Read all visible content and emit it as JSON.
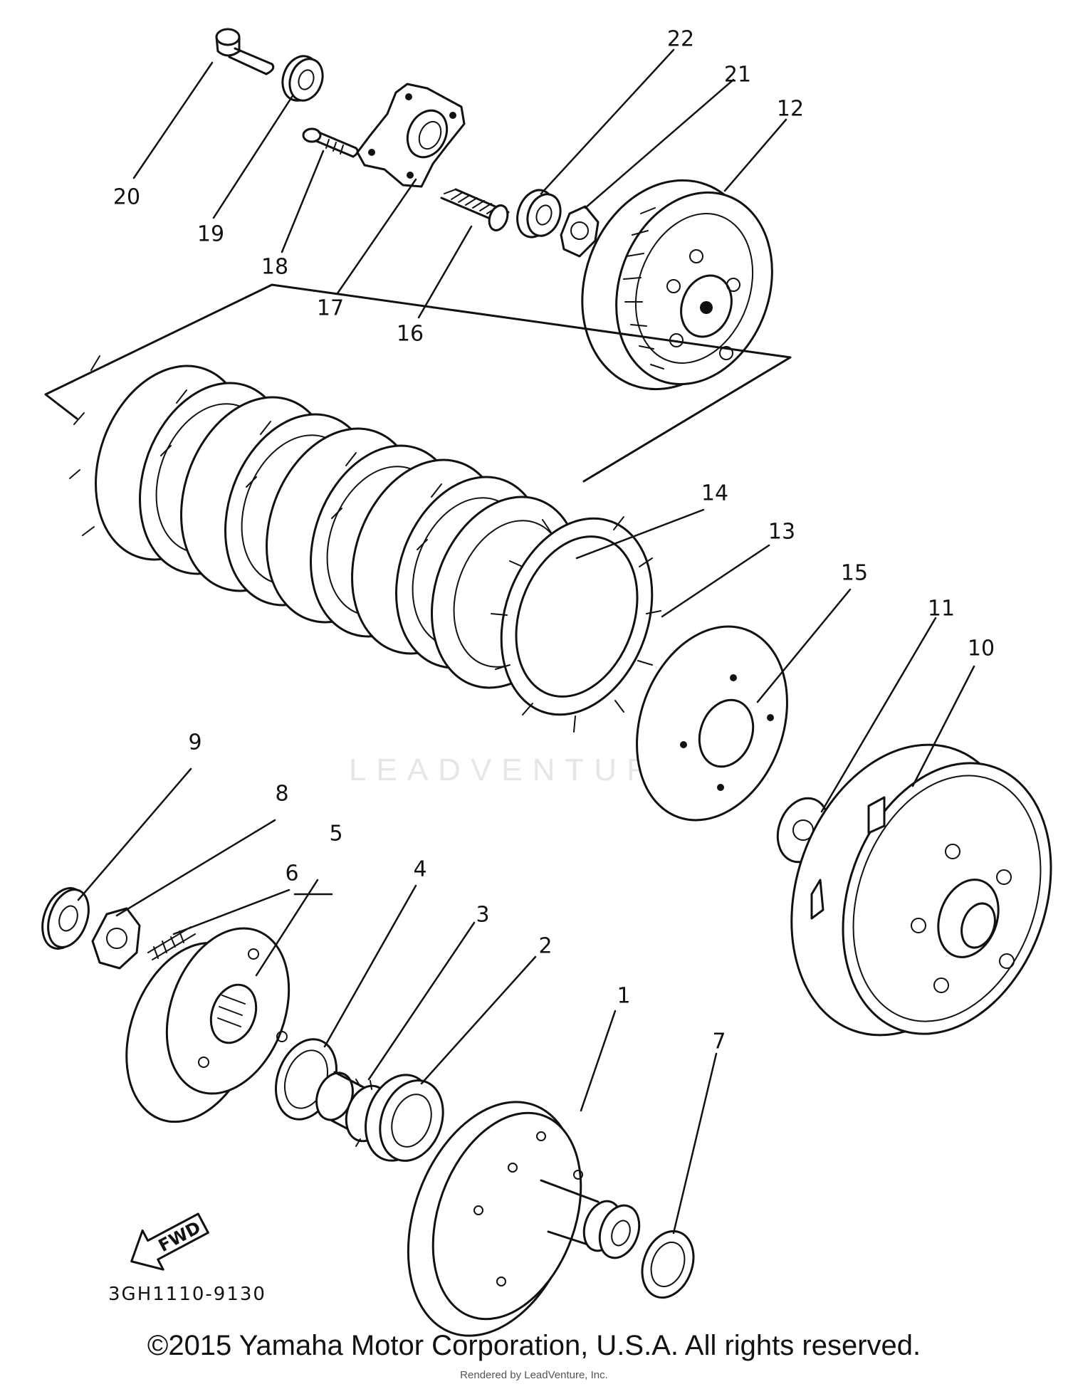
{
  "diagram": {
    "watermark": "LEADVENTURE",
    "diagram_code": "3GH1110-9130",
    "direction_label": "FWD",
    "callouts": [
      "1",
      "2",
      "3",
      "4",
      "5",
      "6",
      "7",
      "8",
      "9",
      "10",
      "11",
      "12",
      "13",
      "14",
      "15",
      "16",
      "17",
      "18",
      "19",
      "20",
      "21",
      "22"
    ]
  },
  "footer": {
    "copyright": "©2015 Yamaha Motor Corporation, U.S.A. All rights reserved.",
    "render_note": "Rendered by LeadVenture, Inc."
  }
}
